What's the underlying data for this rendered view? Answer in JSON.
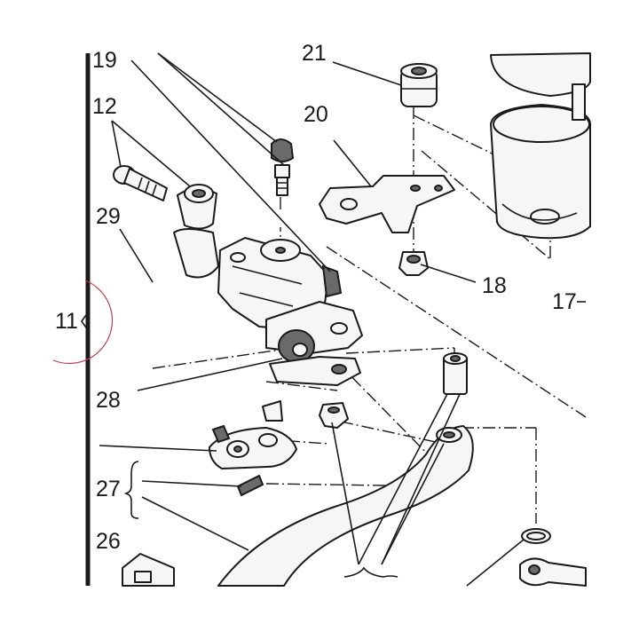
{
  "diagram": {
    "callouts": {
      "c11": "11",
      "c12": "12",
      "c17": "17",
      "c18": "18",
      "c19": "19",
      "c20": "20",
      "c21": "21",
      "c26": "26",
      "c27": "27",
      "c28": "28",
      "c29": "29"
    },
    "colors": {
      "ink": "#1a1a1a",
      "annotation_circle": "#c2414b",
      "background": "#ffffff"
    }
  }
}
